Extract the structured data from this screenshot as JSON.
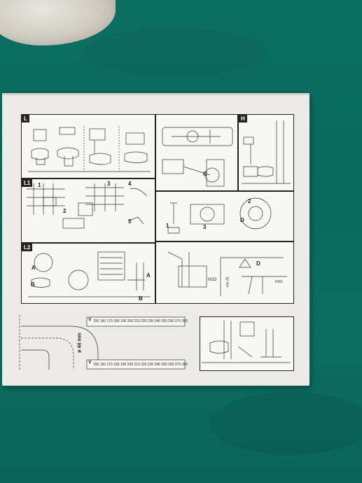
{
  "labels": {
    "L": "L",
    "H": "H",
    "L1": "L1",
    "L2": "L2"
  },
  "steps": {
    "s1": "1",
    "s2": "2",
    "s3": "3",
    "s4": "4",
    "s5": "5",
    "g1": "1",
    "g2": "2",
    "g3": "3"
  },
  "letters": {
    "a1": "A",
    "b1": "B",
    "a2": "A",
    "b2": "B",
    "c": "C",
    "d1": "D",
    "d2": "D"
  },
  "water": {
    "h2o_1": "H2O",
    "h2o_2": "H2O"
  },
  "dims": {
    "diameter": "ø 44 mm",
    "min25": "min 25"
  },
  "ruler": {
    "y_label": "Y",
    "scale": "150 160 170 180 190 200 210 220 230 240 250 260 270 280"
  },
  "colors": {
    "cloth": "#0b6e60",
    "box": "#ecebe8",
    "ink": "#222222"
  }
}
